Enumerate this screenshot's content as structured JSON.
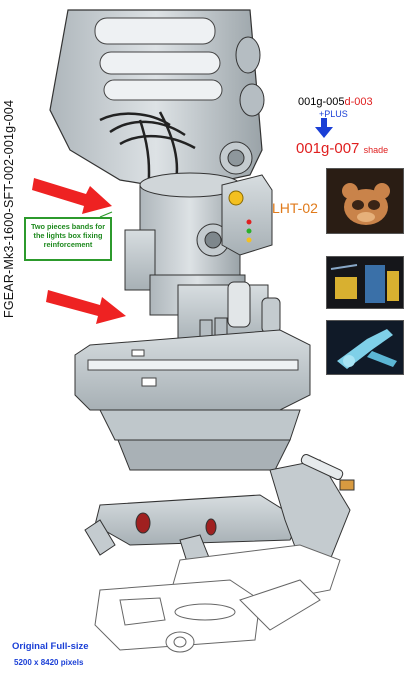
{
  "title": "FGEAR-Mk3-1600-SFT-002-001g-004",
  "codes": {
    "base": "001g-005",
    "base_suffix": "d-003",
    "plus": "+PLUS",
    "result": "001g-007",
    "result_suffix": "shade"
  },
  "light_label": "LHT-02",
  "note": "Two pieces bands for the lights box fixing reinforcement",
  "original": {
    "label": "Original Full-size",
    "dimensions": "5200 x 8420 pixels"
  },
  "colors": {
    "arrow": "#ee2222",
    "note_border": "#2c9a2c",
    "code_red": "#e02020",
    "plus_blue": "#1a3fd6",
    "lht_orange": "#e07a1a",
    "metal": "#c9d0d4",
    "dark_metal": "#9aa3a8"
  },
  "icons": {
    "down_arrow": "blue-down-arrow-icon",
    "pointer": "red-pointer-arrow-icon"
  }
}
